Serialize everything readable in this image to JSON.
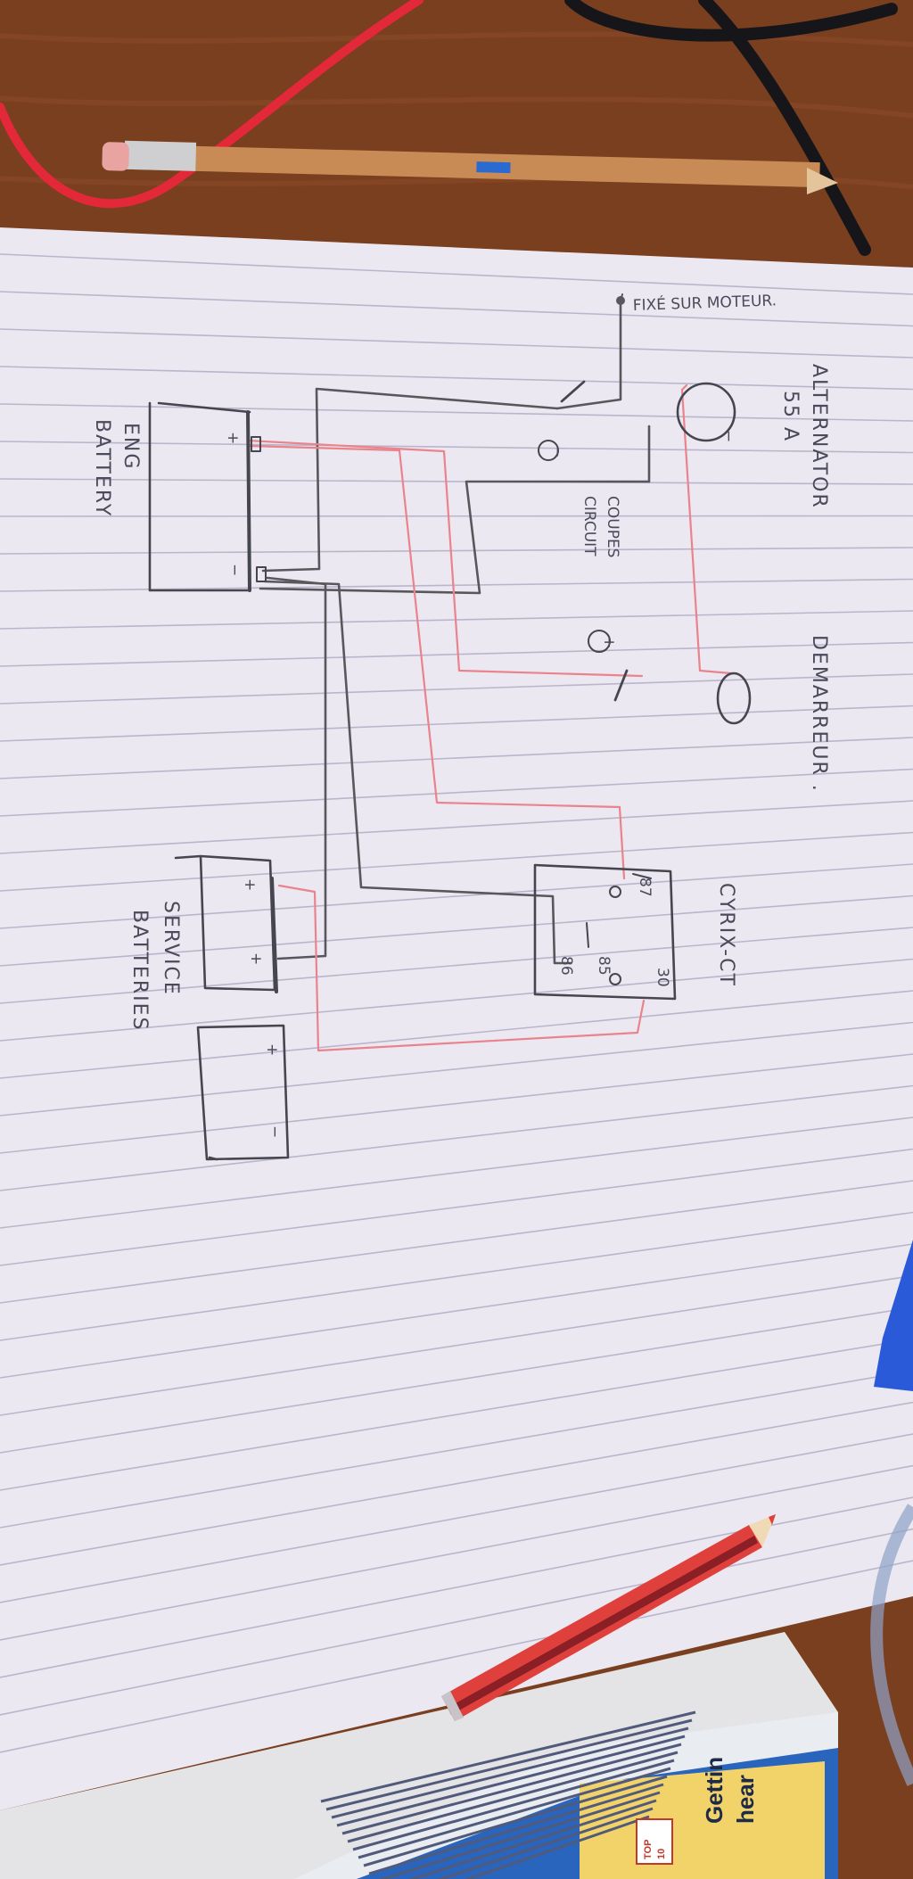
{
  "labels": {
    "fixed_on_engine": "FIXÉ SUR MOTEUR.",
    "alternator_1": "ALTERNATOR",
    "alternator_2": "55 A",
    "cutoff_1": "COUPES",
    "cutoff_2": "CIRCUIT",
    "minus_circle": "−",
    "plus_circle": "+",
    "starter": "DEMARREUR .",
    "eng_battery_1": "ENG",
    "eng_battery_2": "BATTERY",
    "relay": "CYRIX-CT",
    "service_batteries_1": "SERVICE",
    "service_batteries_2": "BATTERIES",
    "pin_87": "87",
    "pin_30": "30",
    "pin_85": "85",
    "pin_86": "86",
    "terminal_plus": "+",
    "terminal_minus": "−",
    "alt_minus": "−"
  },
  "book": {
    "title_1": "Gettin",
    "title_2": "hear",
    "badge_1": "TOP",
    "badge_2": "10"
  },
  "colors": {
    "wood": "#7a3f1f",
    "paper": "#ece8f1",
    "rule_line": "#b9b6cc",
    "ink_gray": "#58585c",
    "ink_red": "#e9838c",
    "pencil_body": "#c98b55",
    "red_pencil": "#e0403c",
    "cable_red": "#e3283a",
    "cable_black": "#16161a",
    "book_blue": "#1f4ea3"
  }
}
